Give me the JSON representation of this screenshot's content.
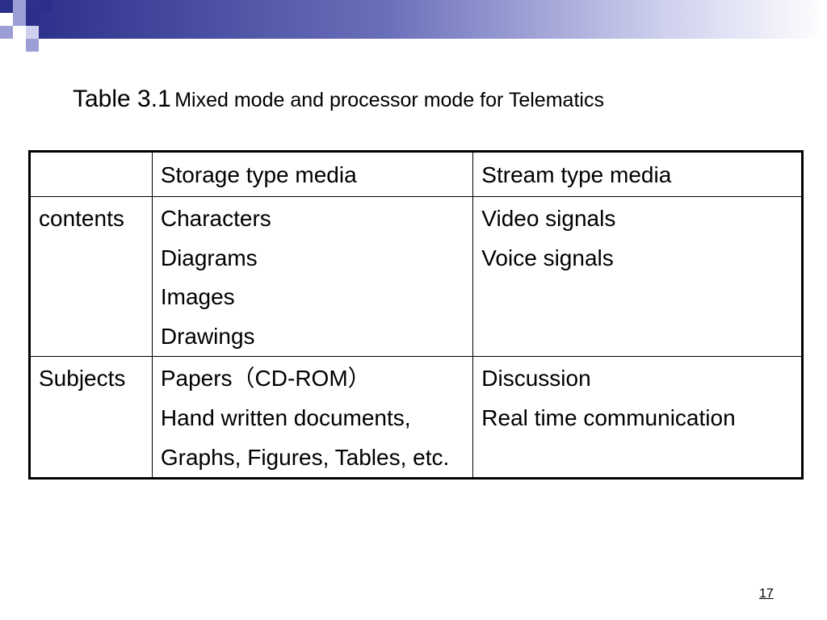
{
  "caption": {
    "lead": "Table 3.1",
    "rest": "Mixed mode and processor mode for Telematics"
  },
  "table": {
    "headers": [
      "",
      "Storage type media",
      "Stream type media"
    ],
    "rows": [
      {
        "label": "contents",
        "storage": [
          "Characters",
          "Diagrams",
          "Images",
          "Drawings"
        ],
        "stream": [
          "Video signals",
          "Voice signals"
        ]
      },
      {
        "label": "Subjects",
        "storage": [
          "Papers（CD-ROM）",
          "Hand written documents,",
          "Graphs, Figures, Tables, etc."
        ],
        "stream": [
          "Discussion",
          "Real time communication"
        ]
      }
    ]
  },
  "page_number": "17",
  "colors": {
    "accent_navy": "#2b2f8a",
    "accent_light": "#9b9fd6"
  }
}
